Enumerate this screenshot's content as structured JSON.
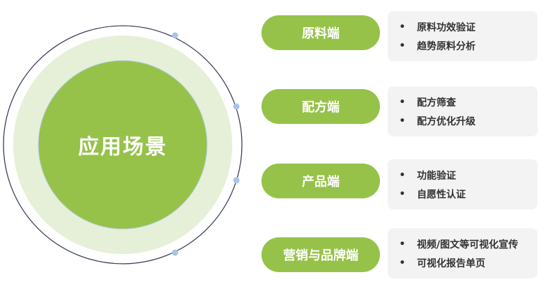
{
  "colors": {
    "accent_green": "#96c24a",
    "light_green": "#e6f0d8",
    "outer_ring": "#3a3f5a",
    "node_dot": "#a9c3e8",
    "card_bg": "#f3f3f3"
  },
  "center": {
    "title": "应用场景"
  },
  "bullet_glyph": "•",
  "categories": [
    {
      "label": "原料端",
      "items": [
        "原料功效验证",
        "趋势原料分析"
      ]
    },
    {
      "label": "配方端",
      "items": [
        "配方筛查",
        "配方优化升级"
      ]
    },
    {
      "label": "产品端",
      "items": [
        "功能验证",
        "自愿性认证"
      ]
    },
    {
      "label": "营销与品牌端",
      "items": [
        "视频/图文等可视化宣传",
        "可视化报告单页"
      ]
    }
  ]
}
